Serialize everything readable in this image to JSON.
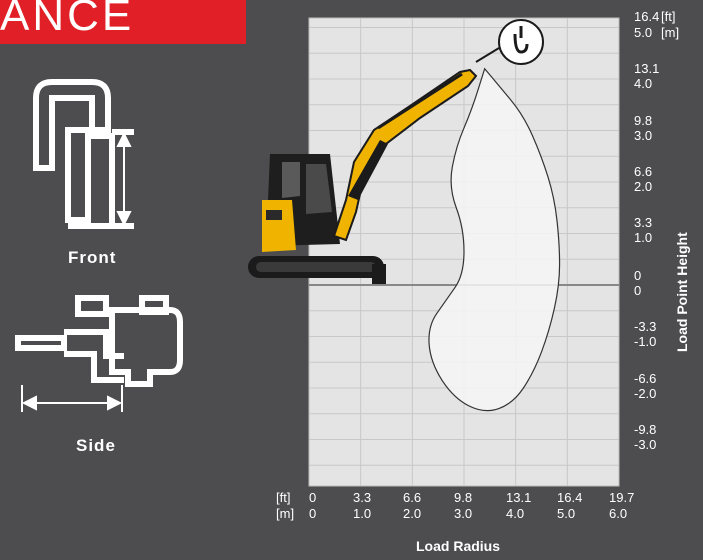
{
  "header": {
    "title": "ANCE",
    "accent_color": "#e11f26"
  },
  "views": {
    "front_label": "Front",
    "side_label": "Side"
  },
  "chart_data": {
    "type": "area",
    "title": "",
    "xlabel": "Load Radius",
    "ylabel": "Load Point Height",
    "x_unit_labels": [
      "[ft]",
      "[m]"
    ],
    "y_unit_labels": [
      "[ft]",
      "[m]"
    ],
    "x_ticks_ft": [
      "0",
      "3.3",
      "6.6",
      "9.8",
      "13.1",
      "16.4",
      "19.7"
    ],
    "x_ticks_m": [
      "0",
      "1.0",
      "2.0",
      "3.0",
      "4.0",
      "5.0",
      "6.0"
    ],
    "y_ticks_ft": [
      "16.4",
      "13.1",
      "9.8",
      "6.6",
      "3.3",
      "0",
      "-3.3",
      "-6.6",
      "-9.8"
    ],
    "y_ticks_m": [
      "5.0",
      "4.0",
      "3.0",
      "2.0",
      "1.0",
      "0",
      "-1.0",
      "-2.0",
      "-3.0"
    ],
    "xlim_m": [
      0,
      6
    ],
    "ylim_m": [
      -3.6,
      5.0
    ],
    "grid": true,
    "envelope_m": [
      [
        3.4,
        4.2
      ],
      [
        3.65,
        3.9
      ],
      [
        4.15,
        3.3
      ],
      [
        4.5,
        2.5
      ],
      [
        4.75,
        1.7
      ],
      [
        4.85,
        0.8
      ],
      [
        4.85,
        0.0
      ],
      [
        4.65,
        -0.9
      ],
      [
        4.35,
        -1.7
      ],
      [
        3.95,
        -2.3
      ],
      [
        3.4,
        -2.5
      ],
      [
        2.8,
        -2.2
      ],
      [
        2.35,
        -1.5
      ],
      [
        2.3,
        -0.8
      ],
      [
        2.65,
        -0.3
      ],
      [
        3.0,
        0.2
      ],
      [
        3.0,
        1.1
      ],
      [
        2.7,
        1.9
      ],
      [
        2.85,
        2.7
      ],
      [
        3.15,
        3.4
      ],
      [
        3.4,
        4.2
      ]
    ],
    "ground_line_color": "#888888",
    "grid_color": "#c8c8c8",
    "plot_bg": "#e4e4e4"
  }
}
